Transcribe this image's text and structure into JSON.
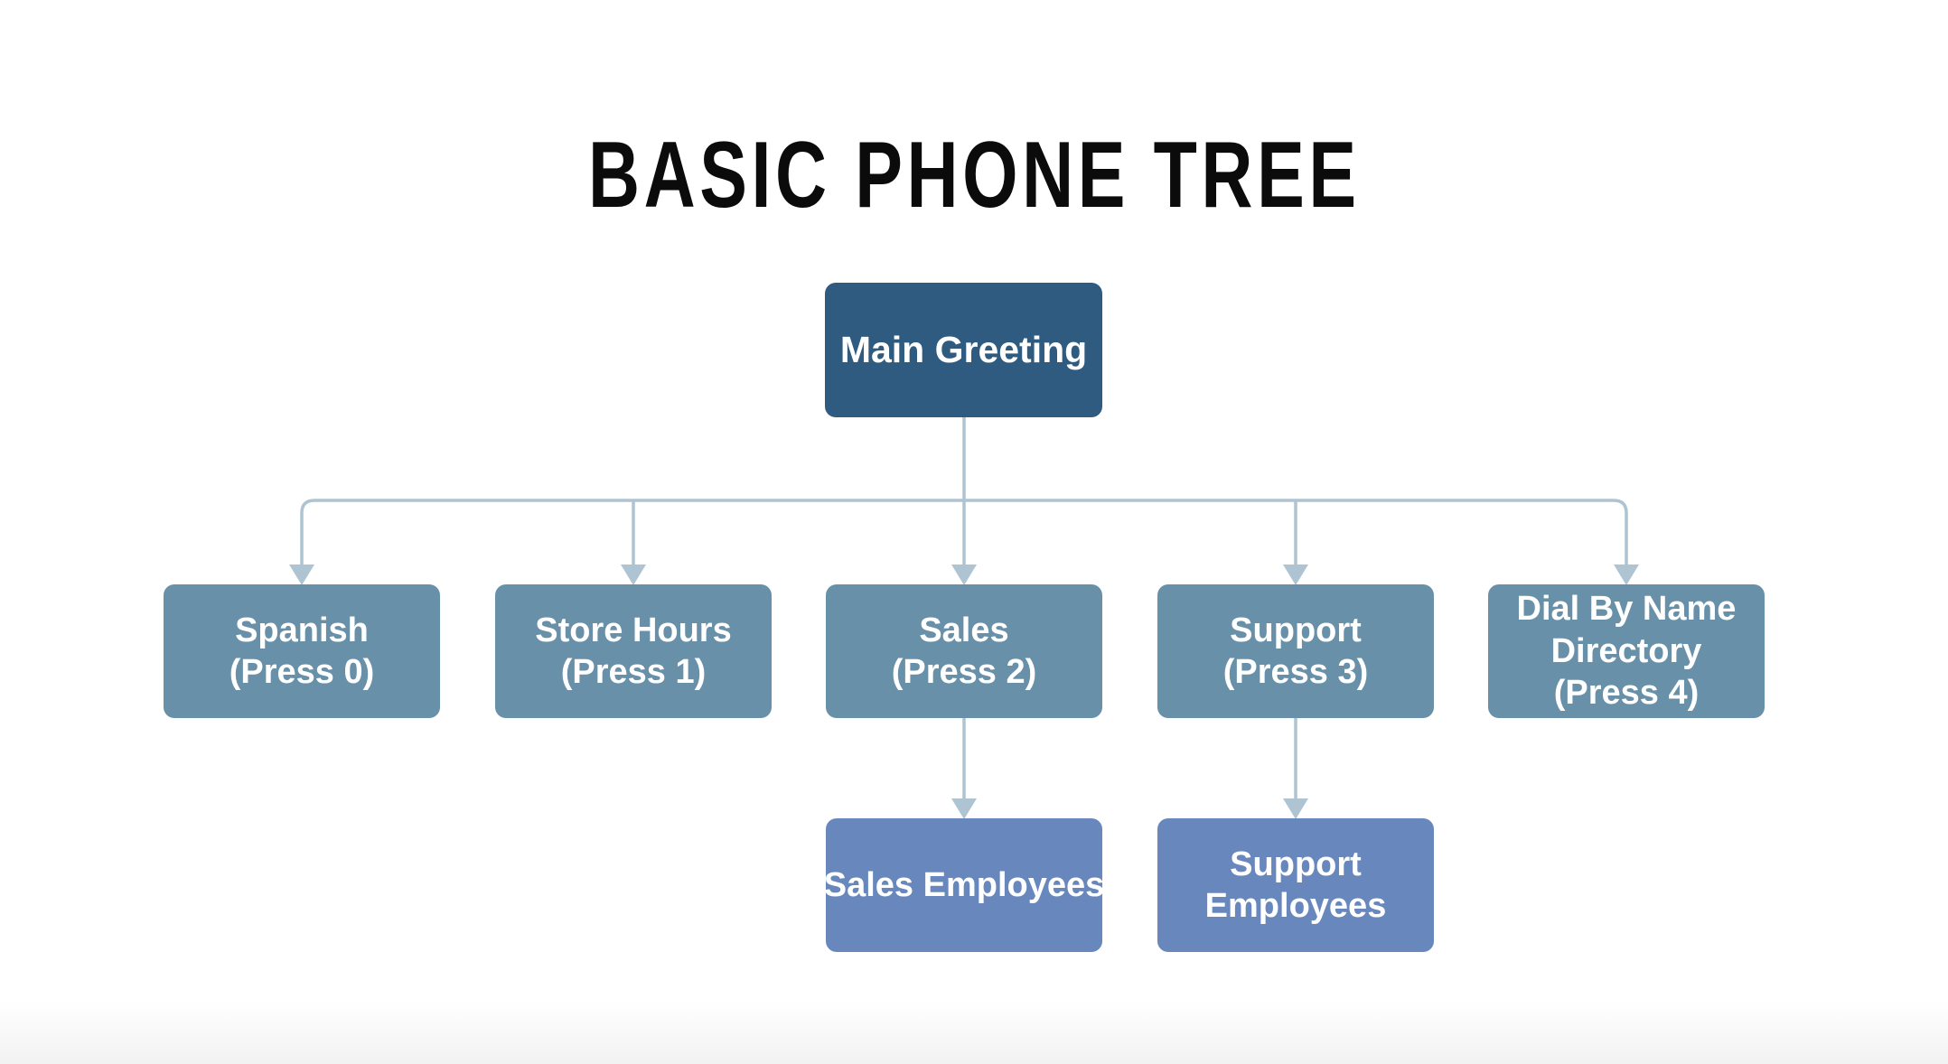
{
  "title": "BASIC PHONE TREE",
  "colors": {
    "background": "#ffffff",
    "title_text": "#0b0b0b",
    "root_fill": "#2e5b7f",
    "branch_fill": "#6890a9",
    "leaf_fill": "#6787bd",
    "connector": "#aec4d2",
    "node_text": "#ffffff"
  },
  "tree": {
    "root": {
      "label": "Main Greeting"
    },
    "branches": [
      {
        "label": "Spanish\n(Press 0)"
      },
      {
        "label": "Store Hours\n(Press 1)"
      },
      {
        "label": "Sales\n(Press 2)"
      },
      {
        "label": "Support\n(Press 3)"
      },
      {
        "label": "Dial By Name\nDirectory\n(Press 4)"
      }
    ],
    "leaves": [
      {
        "label": "Sales Employees"
      },
      {
        "label": "Support\nEmployees"
      }
    ]
  }
}
